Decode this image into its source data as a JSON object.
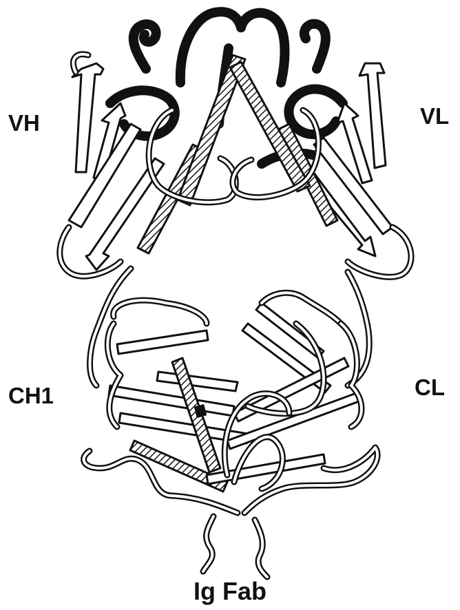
{
  "labels": {
    "vh": "VH",
    "vl": "VL",
    "ch1": "CH1",
    "cl": "CL"
  },
  "title": "Ig Fab",
  "colors": {
    "ink": "#111111",
    "cdr": "#1a1a1a",
    "background": "#ffffff"
  }
}
